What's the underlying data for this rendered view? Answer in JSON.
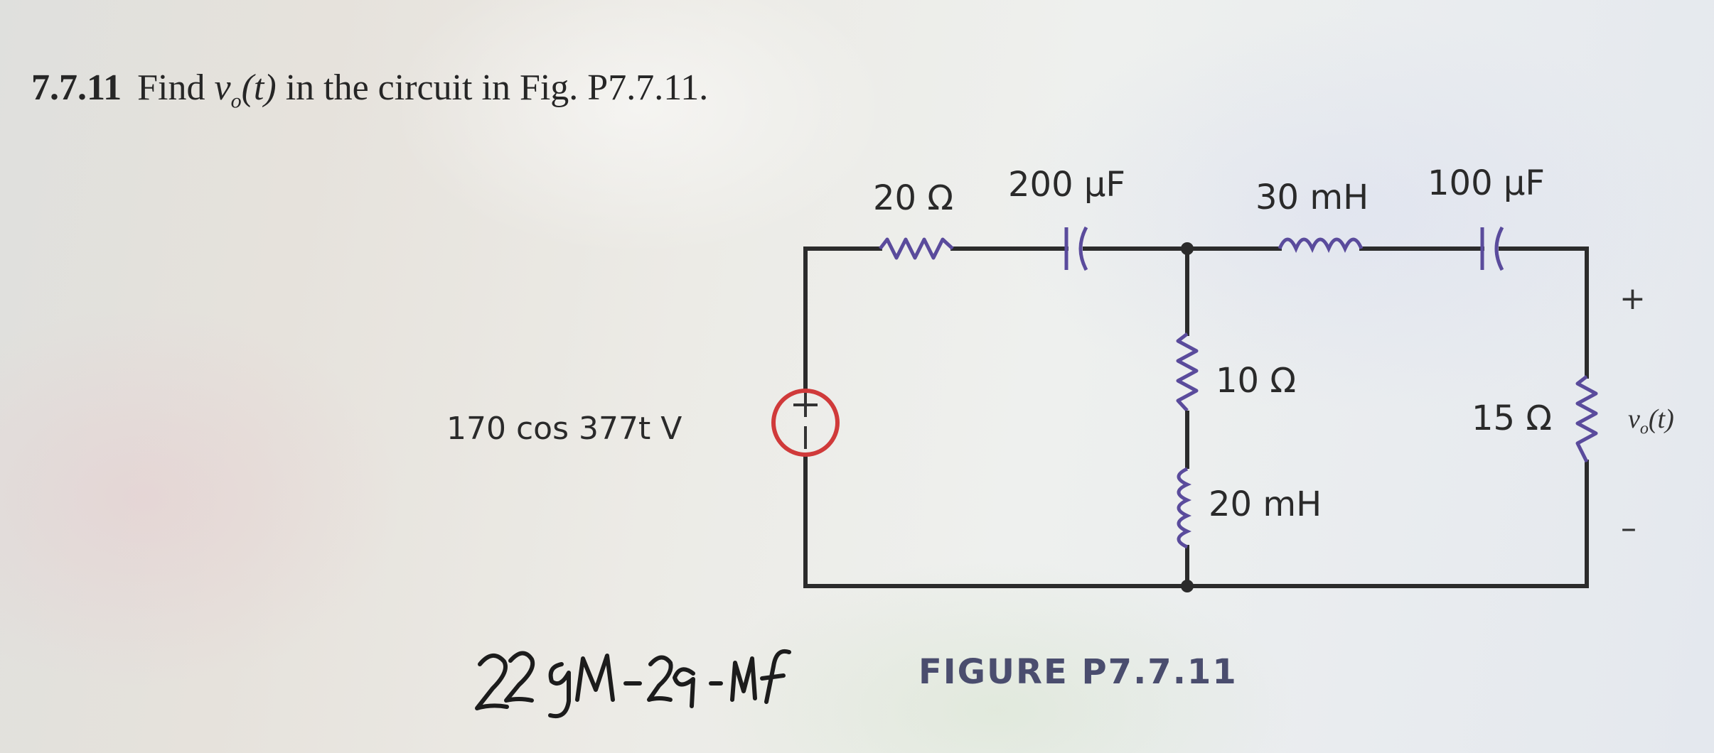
{
  "problem": {
    "number": "7.7.11",
    "prefix": "Find ",
    "var": "v",
    "var_sub": "o",
    "var_arg": "(t)",
    "suffix": " in the circuit in Fig. P7.7.11."
  },
  "circuit": {
    "r1": "20 Ω",
    "c1": "200 µF",
    "l1": "30 mH",
    "c2": "100 µF",
    "r2": "10 Ω",
    "l2": "20 mH",
    "r3": "15 Ω",
    "source": "170 cos 377t V",
    "vo_var": "v",
    "vo_sub": "o",
    "vo_arg": "(t)",
    "plus": "+",
    "minus": "–"
  },
  "caption": "FIGURE P7.7.11",
  "handwriting": "22 gM-29-Mf",
  "colors": {
    "wire": "#2b2b2b",
    "component": "#5a4b9c",
    "source_circle": "#d03a3a",
    "caption": "#4a4d6e"
  }
}
